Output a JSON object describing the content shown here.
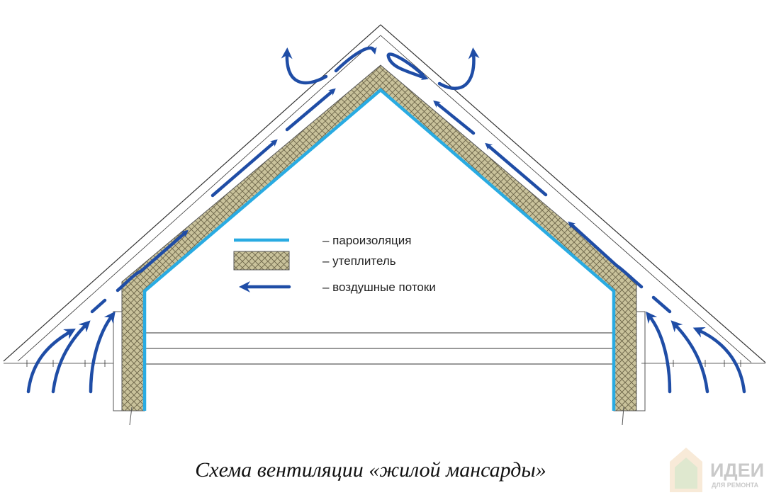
{
  "diagram": {
    "legend": [
      {
        "key": "vapor",
        "text": "– пароизоляция"
      },
      {
        "key": "insulation",
        "text": "– утеплитель"
      },
      {
        "key": "airflow",
        "text": "– воздушные потоки"
      }
    ],
    "caption": "Схема вентиляции «жилой мансарды»"
  },
  "logo": {
    "word": "ИДЕИ",
    "sub": "ДЛЯ РЕМОНТА"
  },
  "colors": {
    "vapor_barrier": "#29abe2",
    "insulation_fill": "#c9c29b",
    "insulation_hatch": "#6b6448",
    "airflow": "#1f4da6",
    "lines": "#333333"
  }
}
